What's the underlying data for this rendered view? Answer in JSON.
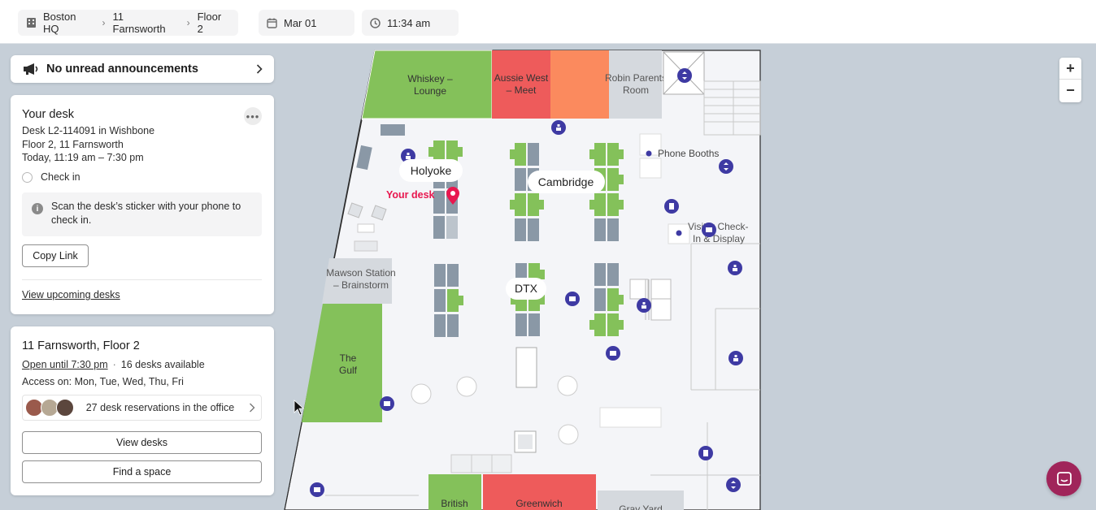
{
  "breadcrumb": {
    "building": "Boston HQ",
    "address": "11 Farnsworth",
    "floor": "Floor 2"
  },
  "date_picker": {
    "value": "Mar 01"
  },
  "time_picker": {
    "value": "11:34 am"
  },
  "announcements": {
    "label": "No unread announcements"
  },
  "your_desk": {
    "title": "Your desk",
    "desk_line": "Desk L2-114091 in Wishbone",
    "location_line": "Floor 2, 11 Farnsworth",
    "time_line": "Today, 11:19 am – 7:30 pm",
    "check_in_label": "Check in",
    "info_text": "Scan the desk’s sticker with your phone to check in.",
    "copy_link_label": "Copy Link",
    "upcoming_link": "View upcoming desks"
  },
  "office": {
    "title": "11 Farnsworth, Floor 2",
    "open_until": "Open until 7:30 pm",
    "desks_available": "16 desks available",
    "access": "Access on: Mon, Tue, Wed, Thu, Fri",
    "reservations": "27 desk reservations in the office",
    "view_desks_label": "View desks",
    "find_space_label": "Find a space"
  },
  "map": {
    "rooms": {
      "whiskey": "Whiskey – Lounge",
      "aussie": "Aussie West – Meet",
      "robin": "Robin Parents Room",
      "phone_booths": "Phone Booths",
      "visitor": "Visitor Check-In & Display",
      "mawson": "Mawson Station – Brainstorm",
      "gulf": "The Gulf",
      "british": "British",
      "greenwich": "Greenwich",
      "gray_bottom": "Gray Yard"
    },
    "neighborhoods": {
      "holyoke": "Holyoke",
      "cambridge": "Cambridge",
      "dtx": "DTX"
    },
    "your_desk_label": "Your desk"
  },
  "zoom": {
    "in": "+",
    "out": "−"
  },
  "colors": {
    "available": "#84c15a",
    "occupied": "#8a98a6",
    "booked_room": "#ee5b5b",
    "busy_room": "#fb8a5e",
    "icon_purple": "#3e3aa3",
    "pin": "#e8174f",
    "chat": "#a0255a"
  }
}
